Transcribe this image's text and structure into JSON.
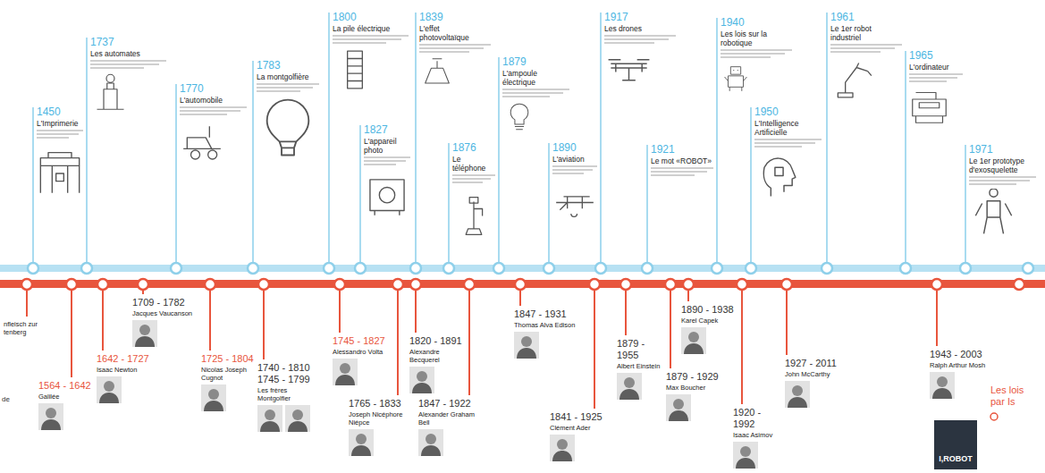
{
  "diagram": {
    "nodes": [
      {
        "text": [
          "1450",
          "L'Imprimerie"
        ]
      },
      {
        "text": [
          "1737",
          "Les automates"
        ]
      },
      {
        "text": [
          "1770",
          "L'automobile"
        ]
      },
      {
        "text": [
          "1783",
          "La montgolfière"
        ]
      },
      {
        "text": [
          "1800",
          "La pile électrique"
        ]
      },
      {
        "text": [
          "1827",
          "L'appareil photo"
        ]
      },
      {
        "text": [
          "1839",
          "L'effet photovoltaïque"
        ]
      },
      {
        "text": [
          "1876",
          "Le téléphone"
        ]
      },
      {
        "text": [
          "1879",
          "L'ampoule électrique"
        ]
      },
      {
        "text": [
          "1890",
          "L'aviation"
        ]
      },
      {
        "text": [
          "1917",
          "Les drones"
        ]
      },
      {
        "text": [
          "1921",
          "Le mot «ROBOT»"
        ]
      },
      {
        "text": [
          "1940",
          "Les lois sur la robotique"
        ]
      },
      {
        "text": [
          "1950",
          "L'Intelligence Artificielle"
        ]
      },
      {
        "text": [
          "1961",
          "Le 1er robot industriel"
        ]
      },
      {
        "text": [
          "1965",
          "L'ordinateur"
        ]
      },
      {
        "text": [
          "1971",
          "Le 1er prototype d'exosquelette"
        ]
      },
      {
        "text": [
          "nfleisch zur tenberg"
        ]
      },
      {
        "text": [
          "1564 - 1642",
          "Galilée"
        ]
      },
      {
        "text": [
          "1642 - 1727",
          "Isaac Newton"
        ]
      },
      {
        "text": [
          "1709 - 1782",
          "Jacques Vaucanson"
        ]
      },
      {
        "text": [
          "1725 - 1804",
          "Nicolas Joseph Cugnot"
        ]
      },
      {
        "text": [
          "1740 - 1810",
          "1745 - 1799",
          "Les frères Montgolfier"
        ]
      },
      {
        "text": [
          "1745 - 1827",
          "Alessandro Volta"
        ]
      },
      {
        "text": [
          "1765 - 1833",
          "Joseph Nicéphore Niépce"
        ]
      },
      {
        "text": [
          "1820 - 1891",
          "Alexandre Becquerel"
        ]
      },
      {
        "text": [
          "1847 - 1922",
          "Alexander Graham Bell"
        ]
      },
      {
        "text": [
          "1847 - 1931",
          "Thomas Alva Edison"
        ]
      },
      {
        "text": [
          "1841 - 1925",
          "Clément Ader"
        ]
      },
      {
        "text": [
          "1879 - 1955",
          "Albert Einstein"
        ]
      },
      {
        "text": [
          "1879 - 1929",
          "Max Boucher"
        ]
      },
      {
        "text": [
          "1890 - 1938",
          "Karel Capek"
        ]
      },
      {
        "text": [
          "1927 - 2011",
          "John McCarthy"
        ]
      },
      {
        "text": [
          "1920 - 1992",
          "Isaac Asimov"
        ]
      },
      {
        "text": [
          "1943 - 2003",
          "Ralph Arthur Mosh"
        ]
      }
    ],
    "labels": [
      "de",
      "Les lois par Is",
      "I,ROBOT"
    ]
  }
}
